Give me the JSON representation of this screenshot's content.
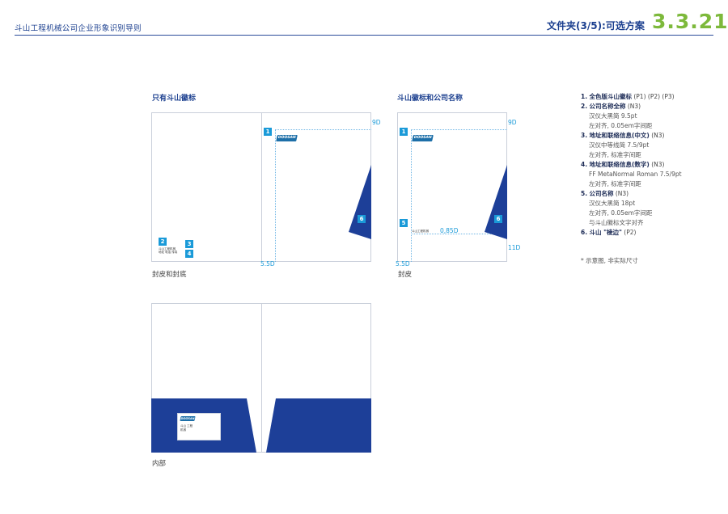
{
  "header": {
    "left_title": "斗山工程机械公司企业形象识别导则",
    "section_title": "文件夹(3/5):可选方案",
    "section_number": "3.3.21"
  },
  "left_block": {
    "title": "只有斗山徽标",
    "caption": "封皮和封底",
    "logo_text": "DOOSAN",
    "dim_9d": "9D",
    "dim_55d": "5.5D",
    "tags": [
      "1",
      "2",
      "3",
      "4",
      "6"
    ],
    "address_lines": [
      "斗山工程机械",
      "地址 电话 传真"
    ]
  },
  "right_block": {
    "title": "斗山徽标和公司名称",
    "caption": "封皮",
    "logo_text": "DOOSAN",
    "dim_9d": "9D",
    "dim_085d": "0,85D",
    "dim_11d": "11D",
    "dim_55d": "5.5D",
    "company_small": "斗山工程机械",
    "tags": [
      "1",
      "5",
      "6"
    ]
  },
  "inner_block": {
    "caption": "内部",
    "card_logo": "DOOSAN",
    "card_lines": [
      "斗山 工程",
      "机械"
    ]
  },
  "spec_list": [
    {
      "num": "1.",
      "head": "全色版斗山徽标",
      "code": "(P1) (P2) (P3)",
      "subs": []
    },
    {
      "num": "2.",
      "head": "公司名称全称",
      "code": "(N3)",
      "subs": [
        "汉仪大黑简  9.5pt",
        "左对齐, 0.05em字间距"
      ]
    },
    {
      "num": "3.",
      "head": "地址和联络信息(中文)",
      "code": "(N3)",
      "subs": [
        "汉仪中等线简  7.5/9pt",
        "左对齐, 标准字间距"
      ]
    },
    {
      "num": "4.",
      "head": "地址和联络信息(数字)",
      "code": "(N3)",
      "subs": [
        "FF MetaNormal Roman  7.5/9pt",
        "左对齐, 标准字间距"
      ]
    },
    {
      "num": "5.",
      "head": "公司名称",
      "code": "(N3)",
      "subs": [
        "汉仪大黑简  18pt",
        "左对齐, 0.05em字间距",
        "与斗山徽标文字对齐"
      ]
    },
    {
      "num": "6.",
      "head": "斗山 \"棱边\"",
      "code": "(P2)",
      "subs": []
    }
  ],
  "note": "* 示意图, 非实际尺寸",
  "colors": {
    "brand_blue": "#1d3f98",
    "accent_cyan": "#1a9ad8",
    "number_green": "#7db93b"
  }
}
